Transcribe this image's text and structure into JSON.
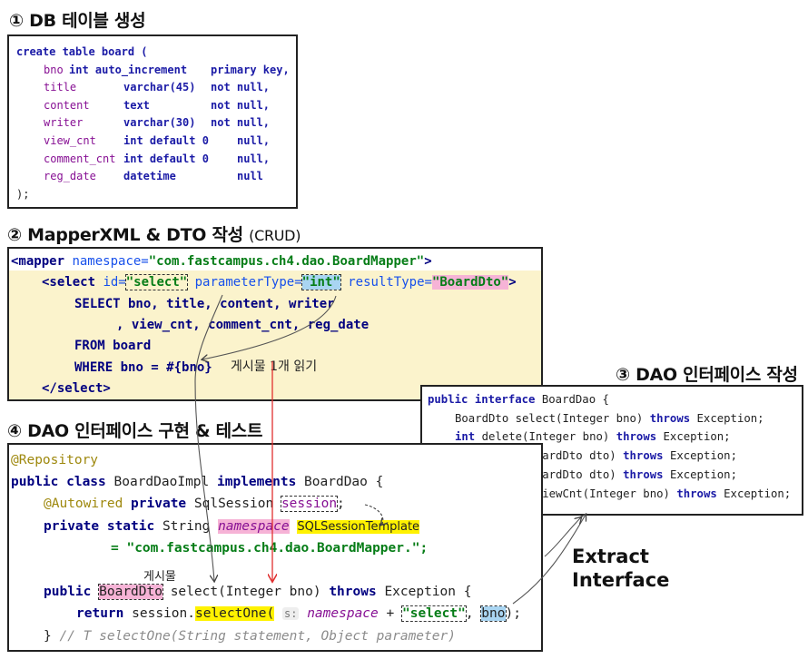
{
  "headings": {
    "h1": "① DB 테이블 생성",
    "h2_main": "② MapperXML & DTO 작성",
    "h2_small": "(CRUD)",
    "h3": "③ DAO 인터페이스 작성",
    "h4": "④ DAO 인터페이스 구현 & 테스트"
  },
  "sql": {
    "l0": "create table board (",
    "c1": [
      "bno",
      "title",
      "content",
      "writer",
      "view_cnt",
      "comment_cnt",
      "reg_date"
    ],
    "c2": [
      "int auto_increment",
      "varchar(45)",
      "text",
      "varchar(30)",
      "int default 0",
      "int default 0",
      "datetime"
    ],
    "c3": [
      "primary key,",
      "not null,",
      "not null,",
      "not null,",
      "null,",
      "null,",
      "null"
    ],
    "end": ");"
  },
  "mapper": {
    "l1_tag": "<mapper",
    "l1_attr": "namespace=",
    "l1_val": "\"com.fastcampus.ch4.dao.BoardMapper\"",
    "l1_end": ">",
    "l2_tag": "<select",
    "l2_id": "id=",
    "l2_idval": "\"select\"",
    "l2_pt": "parameterType=",
    "l2_ptval": "\"int\"",
    "l2_rt": "resultType=",
    "l2_rtval": "\"BoardDto\"",
    "l2_end": ">",
    "l3": "SELECT bno, title, content, writer",
    "l4": ", view_cnt, comment_cnt, reg_date",
    "l5": "FROM board",
    "l6_kw": "WHERE",
    "l6_rest": "bno = #{bno}",
    "l7": "</select>",
    "note": "게시물 1개 읽기"
  },
  "iface": {
    "l1_kw": "public interface",
    "l1_rest": "BoardDao {",
    "l2_pre": "BoardDto select(Integer bno)",
    "l3_pre_kw": "int",
    "l3_pre": "delete(Integer bno)",
    "l4_pre": "insert(BoardDto dto)",
    "l5_pre": "update(BoardDto dto)",
    "l6_pre": "increaseViewCnt(Integer bno)",
    "throws": "throws",
    "exc": "Exception;",
    "end": "}"
  },
  "impl": {
    "l1": "@Repository",
    "l2_kw1": "public class",
    "l2_name": "BoardDaoImpl",
    "l2_kw2": "implements",
    "l2_iface": "BoardDao {",
    "l3_ann": "@Autowired",
    "l3_kw": "private",
    "l3_type": "SqlSession",
    "l3_field": "session",
    "l3_end": ";",
    "l4_kw": "private static",
    "l4_type": "String",
    "l4_field": "namespace",
    "l4_note": "SQLSessionTemplate",
    "l5_str": "= \"com.fastcampus.ch4.dao.BoardMapper.\";",
    "l6_note": "게시물",
    "l7_kw": "public",
    "l7_type": "BoardDto",
    "l7_rest": "select(Integer bno)",
    "l7_throws": "throws",
    "l7_exc": "Exception {",
    "l8_kw": "return",
    "l8_sess": "session.",
    "l8_method": "selectOne(",
    "l8_hint": "s:",
    "l8_ns": "namespace",
    "l8_plus": "+",
    "l8_str": "\"select\"",
    "l8_comma": ",",
    "l8_bno": "bno",
    "l8_end": ");",
    "l9_brace": "}",
    "l9_cmt": "// T selectOne(String statement, Object parameter)"
  },
  "extract": {
    "line1": "Extract",
    "line2": "Interface"
  },
  "colors": {
    "yellow_bg": "#fbf3cc",
    "highlight_pink": "#f6b3d6",
    "highlight_blue": "#a9d5f2",
    "highlight_yellow": "#fff200"
  }
}
